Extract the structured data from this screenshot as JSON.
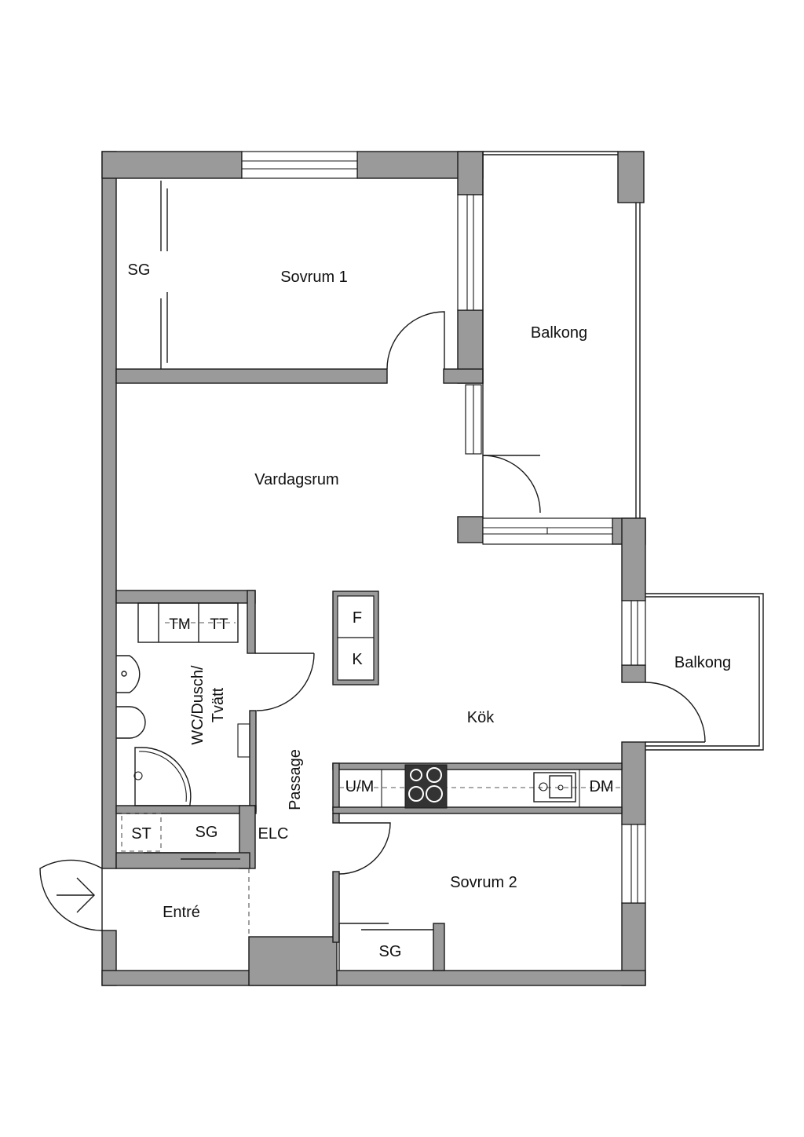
{
  "rooms": {
    "sovrum1": "Sovrum 1",
    "sg_bedroom1": "SG",
    "balkong_top": "Balkong",
    "vardagsrum": "Vardagsrum",
    "tm": "TM",
    "tt": "TT",
    "f": "F",
    "k": "K",
    "balkong_right": "Balkong",
    "wc_line1": "WC/Dusch/",
    "wc_line2": "Tvätt",
    "kok": "Kök",
    "passage": "Passage",
    "um": "U/M",
    "dm": "DM",
    "st": "ST",
    "sg_hall": "SG",
    "elc": "ELC",
    "sovrum2": "Sovrum 2",
    "entre": "Entré",
    "sg_bedroom2": "SG"
  }
}
